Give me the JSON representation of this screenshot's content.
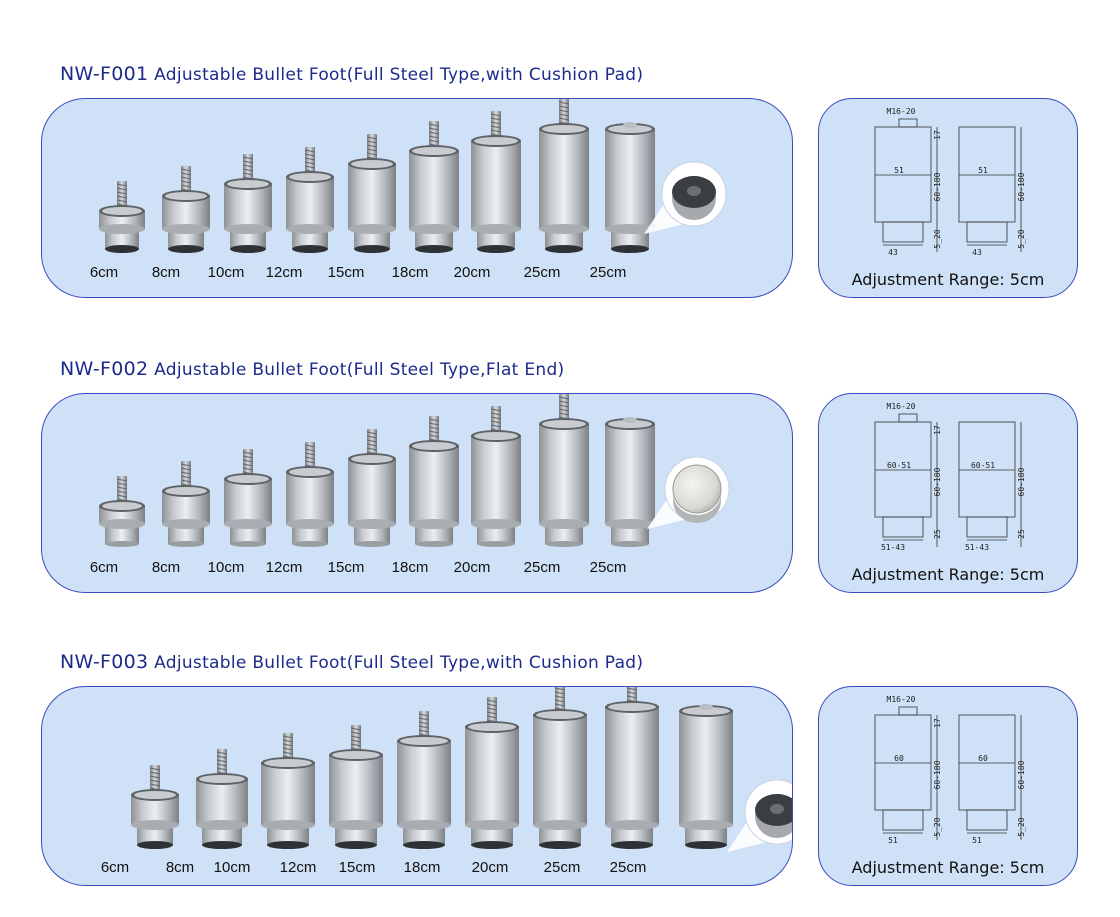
{
  "sections": [
    {
      "code": "NW-F001",
      "title": "Adjustable Bullet Foot(Full Steel Type,with Cushion Pad)",
      "end_type": "cushion",
      "sizes": [
        "6cm",
        "8cm",
        "10cm",
        "12cm",
        "15cm",
        "18cm",
        "20cm",
        "25cm",
        "25cm"
      ],
      "drawing": {
        "thread": "M16-20",
        "body": "51",
        "height": "60-180",
        "top": "17",
        "bottom": "5_20",
        "base": "43"
      },
      "range_text": "Adjustment Range: 5cm"
    },
    {
      "code": "NW-F002",
      "title": "Adjustable Bullet Foot(Full Steel Type,Flat End)",
      "end_type": "flat",
      "sizes": [
        "6cm",
        "8cm",
        "10cm",
        "12cm",
        "15cm",
        "18cm",
        "20cm",
        "25cm",
        "25cm"
      ],
      "drawing": {
        "thread": "M16-20",
        "body": "60-51",
        "height": "60-180",
        "top": "17",
        "bottom": "25",
        "base": "51-43"
      },
      "range_text": "Adjustment Range: 5cm"
    },
    {
      "code": "NW-F003",
      "title": "Adjustable Bullet Foot(Full Steel Type,with Cushion Pad)",
      "end_type": "cushion",
      "sizes": [
        "6cm",
        "8cm",
        "10cm",
        "12cm",
        "15cm",
        "18cm",
        "20cm",
        "25cm",
        "25cm"
      ],
      "drawing": {
        "thread": "M16-20",
        "body": "60",
        "height": "60-180",
        "top": "17",
        "bottom": "5_20",
        "base": "51"
      },
      "range_text": "Adjustment Range: 5cm"
    }
  ],
  "colors": {
    "title": "#1d2a8c",
    "panel_fill": "#cfe1f6",
    "panel_border": "#3b4cc0",
    "steel_light": "#eceef0",
    "steel_dark": "#8e9297",
    "pad": "#2e3236"
  }
}
